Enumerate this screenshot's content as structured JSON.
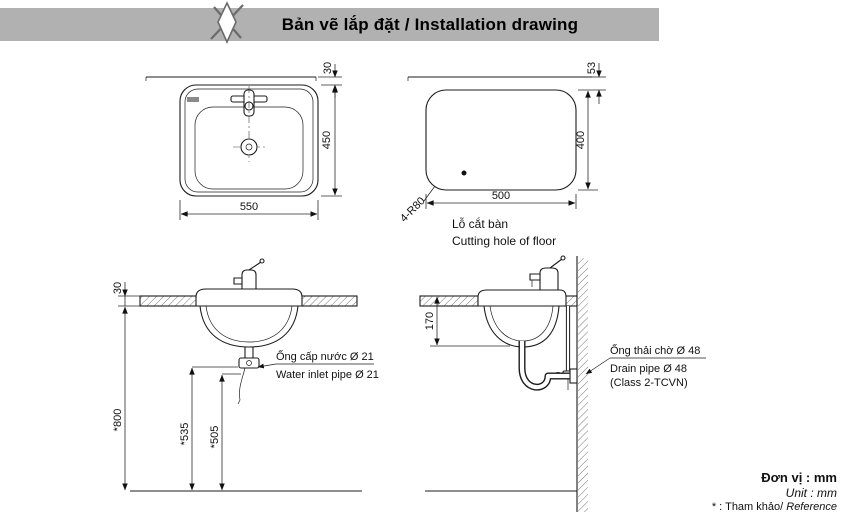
{
  "colors": {
    "header_bar": "#b1b1b1",
    "line": "#1c1c1c",
    "background": "#ffffff"
  },
  "header": {
    "title": "Bản vẽ lắp đặt / Installation drawing"
  },
  "plan_view": {
    "dim_width": "550",
    "dim_depth": "450",
    "dim_back_gap": "30"
  },
  "cutting_hole_view": {
    "dim_width": "500",
    "dim_height": "400",
    "dim_back_gap": "53",
    "corner_radius": "4-R80",
    "caption_vi": "Lỗ cắt bàn",
    "caption_en": "Cutting hole of floor"
  },
  "front_view": {
    "dim_counter_thickness": "30",
    "dim_counter_height": "*800",
    "dim_inlet_height": "*535",
    "dim_drain_height": "*505",
    "inlet_label_vi": "Ống cấp nước Ø 21",
    "inlet_label_en": "Water inlet pipe Ø 21"
  },
  "side_view": {
    "dim_basin_depth": "170",
    "drain_label_vi": "Ống thải chờ Ø 48",
    "drain_label_en": "Drain pipe Ø 48",
    "drain_label_class": "(Class 2-TCVN)"
  },
  "footer": {
    "unit_vi": "Đơn vị : mm",
    "unit_en": "Unit : mm",
    "reference_vi": "* : Tham khảo/",
    "reference_en": " Reference"
  }
}
